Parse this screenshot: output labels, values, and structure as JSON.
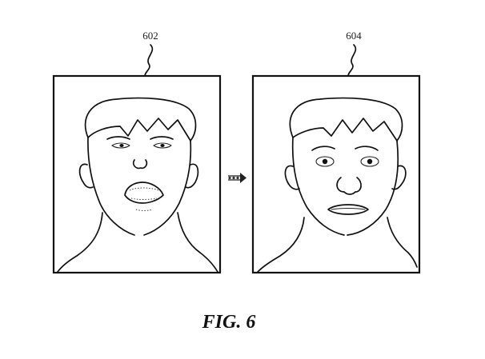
{
  "figure": {
    "caption": "FIG. 6",
    "panels": [
      {
        "ref": "602",
        "face": "open-mouth-face"
      },
      {
        "ref": "604",
        "face": "smiling-face"
      }
    ],
    "connector": "dotted-arrow"
  }
}
